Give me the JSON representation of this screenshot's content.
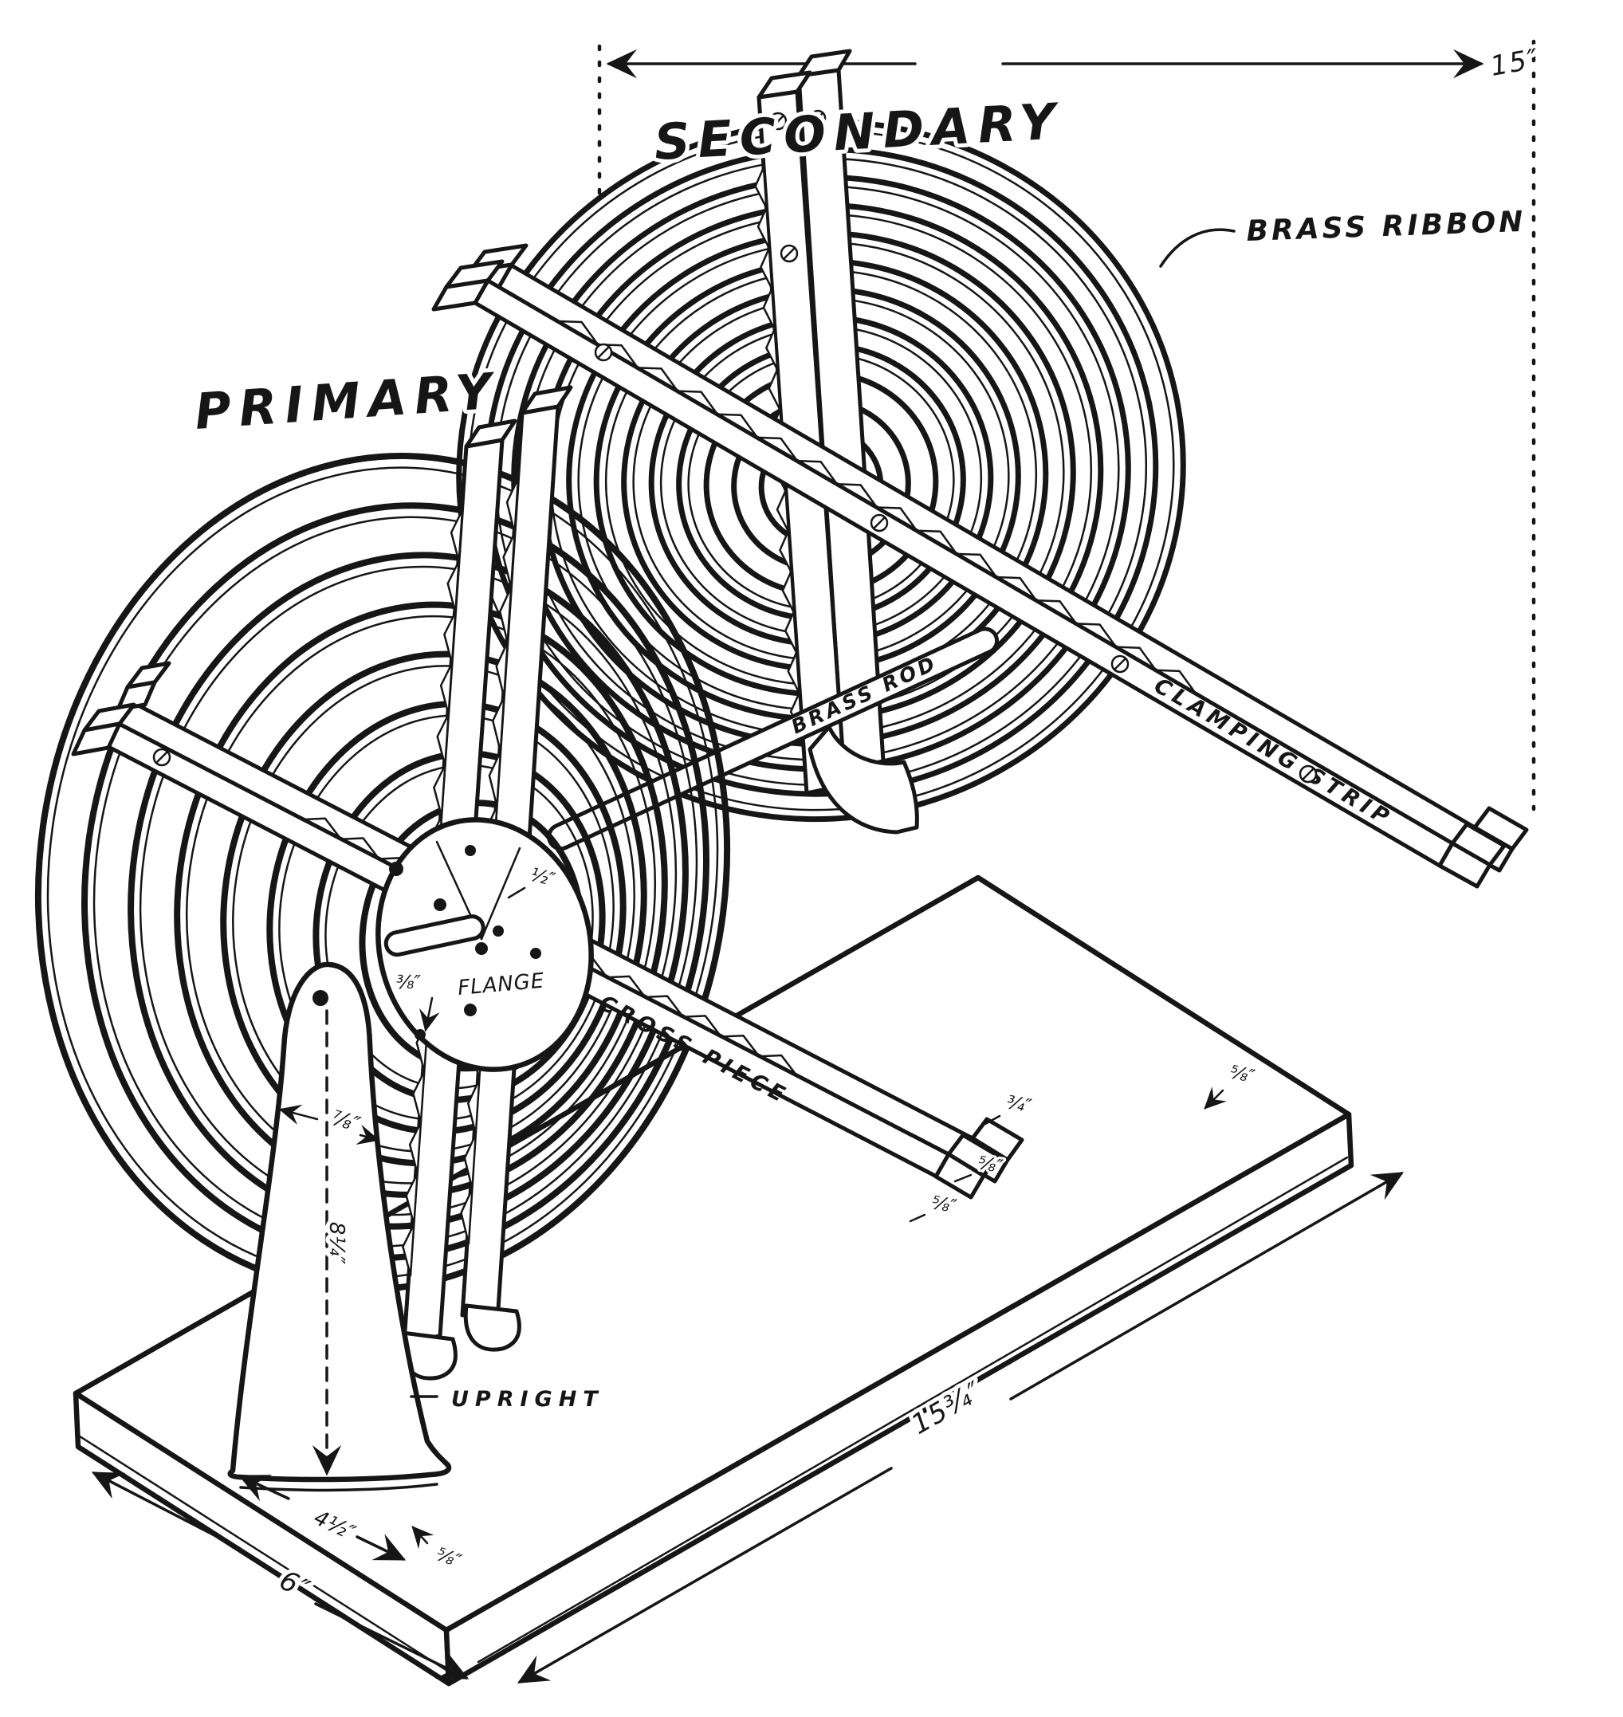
{
  "labels": {
    "primary": "PRIMARY",
    "secondary": "SECONDARY",
    "brass_ribbon": "BRASS RIBBON",
    "brass_rod": "BRASS ROD",
    "clamping_strip": "CLAMPING STRIP",
    "cross_piece": "CROSS PIECE",
    "flange": "FLANGE",
    "upright": "UPRIGHT"
  },
  "dims": {
    "coil_width": "15″",
    "base_length": "15¾″",
    "base_depth": "6″",
    "foot_width": "4½″",
    "foot_edge": "⅝″",
    "base_corner": "⅝″",
    "upright_width": "⅞″",
    "upright_height": "8¼″",
    "flange_rim": "½″",
    "flange_thickness": "⅜″",
    "strip_end_top": "¾″",
    "strip_end_mid": "⅝″",
    "strip_end_bottom": "⅝″"
  },
  "colors": {
    "ink": "#161616",
    "paper": "#ffffff"
  }
}
